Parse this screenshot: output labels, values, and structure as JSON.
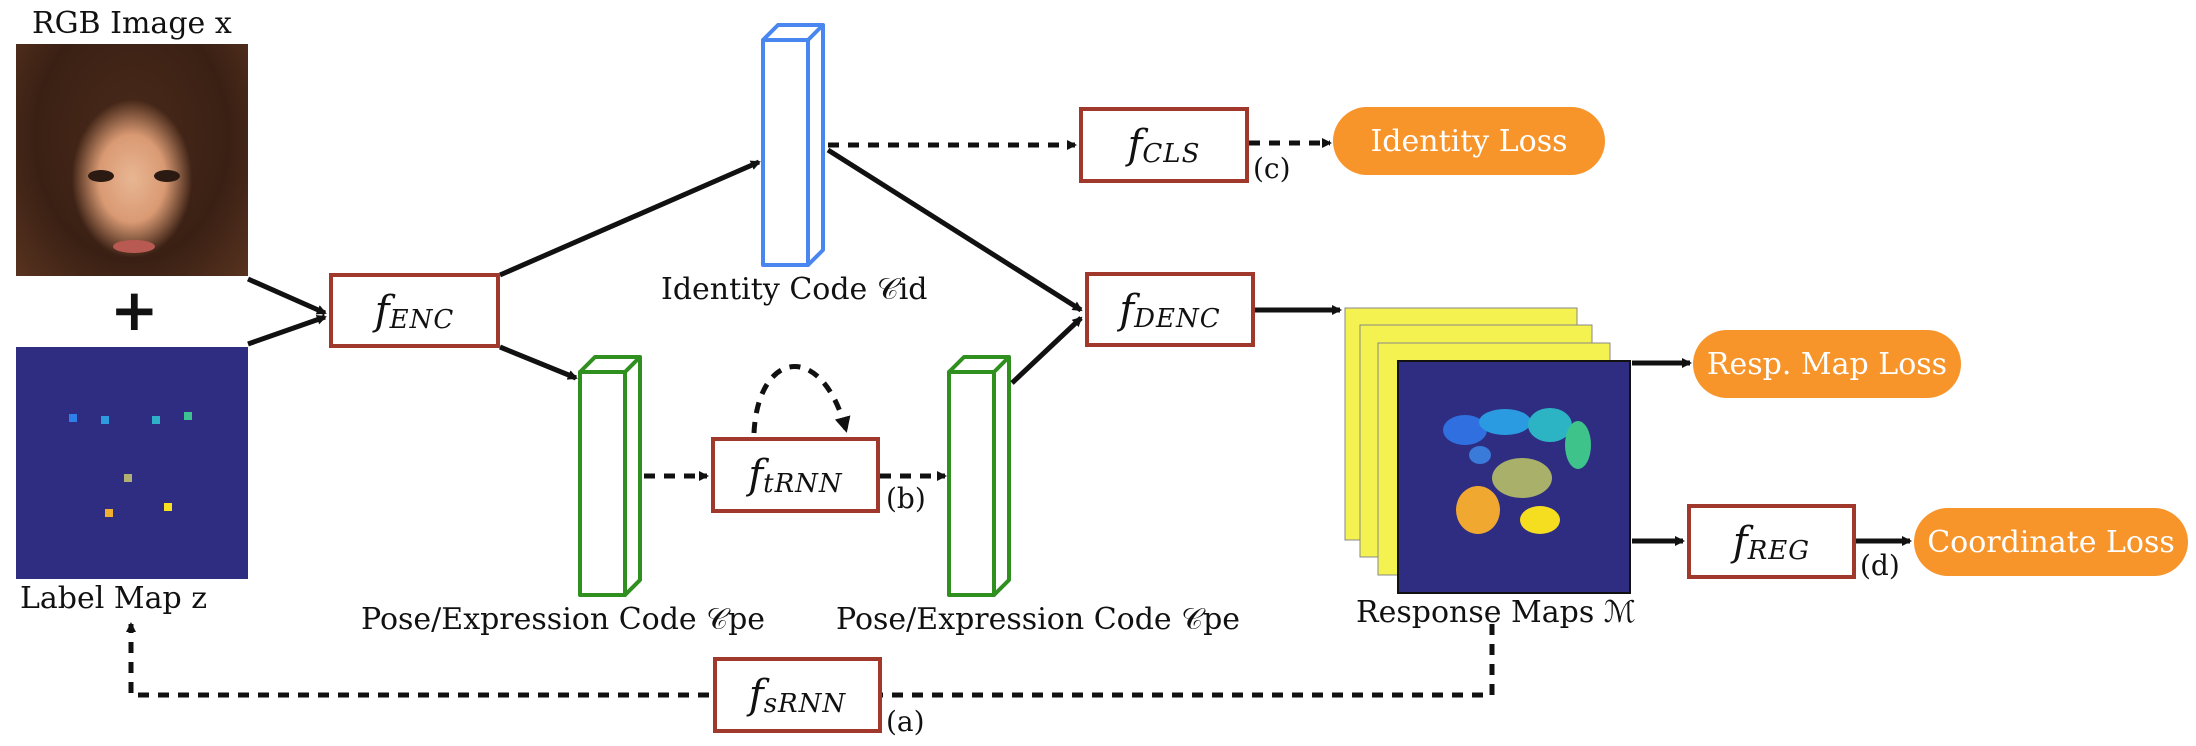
{
  "inputs": {
    "rgb_label": "RGB Image x",
    "label_map_label": "Label Map z",
    "plus": "+"
  },
  "modules": {
    "f_enc": {
      "base": "f",
      "sub": "ENC"
    },
    "f_cls": {
      "base": "f",
      "sub": "CLS"
    },
    "f_denc": {
      "base": "f",
      "sub": "DENC"
    },
    "f_trnn": {
      "base": "f",
      "sub": "tRNN"
    },
    "f_reg": {
      "base": "f",
      "sub": "REG"
    },
    "f_srnn": {
      "base": "f",
      "sub": "sRNN"
    }
  },
  "codes": {
    "identity": "Identity Code 𝒞id",
    "pose_left": "Pose/Expression Code 𝒞pe",
    "pose_right": "Pose/Expression Code 𝒞pe",
    "response_maps": "Response Maps ℳ"
  },
  "markers": {
    "a": "(a)",
    "b": "(b)",
    "c": "(c)",
    "d": "(d)"
  },
  "losses": {
    "identity": "Identity Loss",
    "resp_map": "Resp. Map Loss",
    "coordinate": "Coordinate Loss"
  },
  "colors": {
    "module_border": "#a0382b",
    "identity_code": "#4a86f0",
    "pose_code": "#2f8f1f",
    "loss_fill": "#f7942a",
    "label_map_bg": "#2e2d82",
    "response_bg": "#2e2d82",
    "response_back": "#f4f250"
  }
}
